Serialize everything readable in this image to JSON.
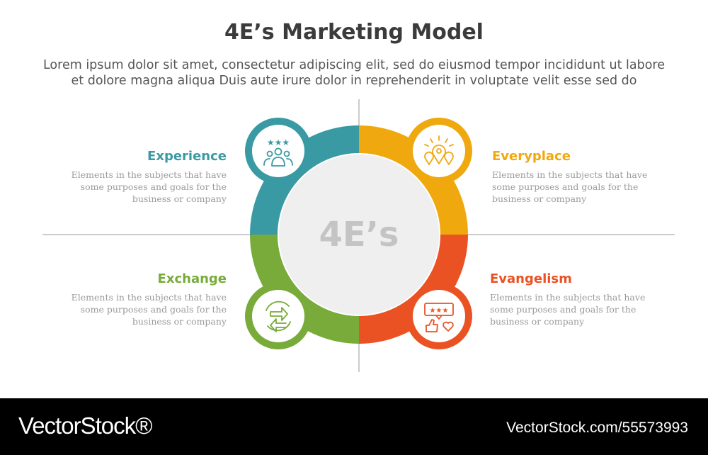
{
  "title": "4E’s Marketing Model",
  "subtitle": {
    "line1": "Lorem ipsum dolor sit amet, consectetur adipiscing elit, sed do eiusmod tempor incididunt ut labore",
    "line2": "et dolore magna aliqua Duis aute irure dolor in reprehenderit in voluptate velit esse sed do"
  },
  "center_label": "4E’s",
  "colors": {
    "experience": "#3a9aa3",
    "everyplace": "#f0a80f",
    "exchange": "#78ab3a",
    "evangelism": "#ea5224",
    "center": "#efefef",
    "center_text": "#c4c4c4",
    "lines": "#cccccc"
  },
  "items": [
    {
      "key": "experience",
      "title": "Experience",
      "desc": [
        "Elements in the subjects that have",
        "some purposes and goals for the",
        "business or company"
      ],
      "icon": "people-rating-icon"
    },
    {
      "key": "everyplace",
      "title": "Everyplace",
      "desc": [
        "Elements in the subjects that have",
        "some purposes and goals for the",
        "business or company"
      ],
      "icon": "location-pins-icon"
    },
    {
      "key": "exchange",
      "title": "Exchange",
      "desc": [
        "Elements in the subjects that have",
        "some purposes and goals for the",
        "business or company"
      ],
      "icon": "exchange-arrows-icon"
    },
    {
      "key": "evangelism",
      "title": "Evangelism",
      "desc": [
        "Elements in the subjects that have",
        "some purposes and goals for the",
        "business or company"
      ],
      "icon": "review-like-icon"
    }
  ],
  "watermark": {
    "brand": "VectorStock®",
    "url": "VectorStock.com/55573993"
  }
}
